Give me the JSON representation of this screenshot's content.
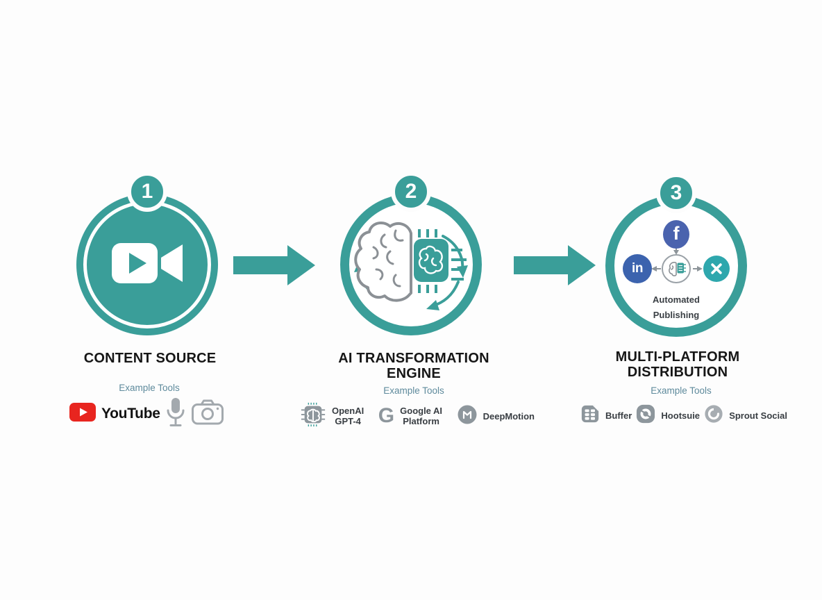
{
  "diagram": {
    "background": "#fdfdfd",
    "colors": {
      "teal": "#3a9e99",
      "example_label_teal": "#5e8a9c",
      "title_black": "#161616",
      "tool_label_gray": "#383d42",
      "tool_icon_gray": "#8d969c",
      "facebook_blue": "#4a63ae",
      "linkedin_blue": "#3c63ae",
      "x_teal": "#2ea7ad",
      "youtube_red": "#e8251f"
    },
    "steps": [
      {
        "number": "1",
        "title_lines": [
          "CONTENT SOURCE"
        ],
        "main_icon": "video-camera-icon",
        "tools_label": "Example Tools",
        "tools": [
          {
            "icon": "youtube-icon",
            "label_lines": [
              "YouTube"
            ]
          },
          {
            "icon": "microphone-icon",
            "label_lines": []
          },
          {
            "icon": "camera-icon",
            "label_lines": []
          }
        ]
      },
      {
        "number": "2",
        "title_lines": [
          "AI TRANSFORMATION",
          "ENGINE"
        ],
        "main_icon": "brain-chip-cycle-icon",
        "tools_label": "Example Tools",
        "tools": [
          {
            "icon": "ai-chip-icon",
            "label_lines": [
              "OpenAI",
              "GPT-4"
            ]
          },
          {
            "icon": "google-g-icon",
            "glyph": "G",
            "label_lines": [
              "Google AI",
              "Platform"
            ]
          },
          {
            "icon": "deepmotion-icon",
            "label_lines": [
              "DeepMotion"
            ]
          }
        ]
      },
      {
        "number": "3",
        "title_lines": [
          "MULTI-PLATFORM",
          "DISTRIBUTION"
        ],
        "caption_lines": [
          "Automated",
          "Publishing"
        ],
        "platforms": [
          {
            "name": "Facebook",
            "icon": "facebook-icon"
          },
          {
            "name": "LinkedIn",
            "icon": "linkedin-icon"
          },
          {
            "name": "X",
            "icon": "x-icon"
          }
        ],
        "platform_glyphs": {
          "facebook": "f",
          "linkedin": "in"
        },
        "hub_icon": "ai-hub-icon",
        "tools_label": "Example Tools",
        "tools": [
          {
            "icon": "buffer-icon",
            "label_lines": [
              "Buffer"
            ]
          },
          {
            "icon": "hootsuite-icon",
            "label_lines": [
              "Hootsuie"
            ]
          },
          {
            "icon": "sprout-social-icon",
            "label_lines": [
              "Sprout Social"
            ]
          }
        ]
      }
    ]
  }
}
